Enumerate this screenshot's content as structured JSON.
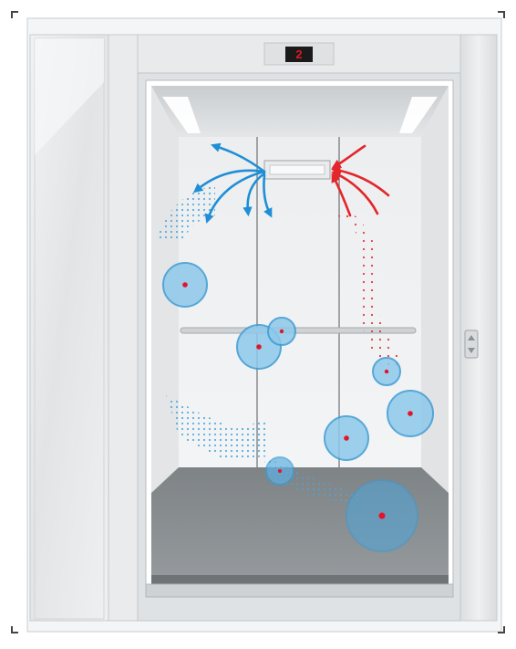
{
  "illustration": {
    "floor_indicator": {
      "value": "2",
      "color": "#e01818"
    },
    "colors": {
      "outflow_arrows": "#1e8fd6",
      "inflow_arrows": "#e3262b",
      "aerosol_fill": "#8ec9ea",
      "aerosol_stroke": "#3c9bd4",
      "particle_center": "#e3132b",
      "floor": "#8a8f92",
      "frame": "#e6e8ea"
    },
    "icons": [
      "elevator-cabin",
      "ceiling-vent",
      "call-buttons-icon"
    ],
    "aerosol_clouds": [
      {
        "id": "cloud-left-wall",
        "size": "medium"
      },
      {
        "id": "cloud-handrail-left",
        "size": "medium"
      },
      {
        "id": "cloud-handrail-right",
        "size": "small"
      },
      {
        "id": "cloud-right-wall-upper",
        "size": "small"
      },
      {
        "id": "cloud-right-wall-lower",
        "size": "medium"
      },
      {
        "id": "cloud-rear-wall-lower",
        "size": "medium"
      },
      {
        "id": "cloud-floor-center",
        "size": "small"
      },
      {
        "id": "cloud-floor-front",
        "size": "large"
      }
    ]
  }
}
